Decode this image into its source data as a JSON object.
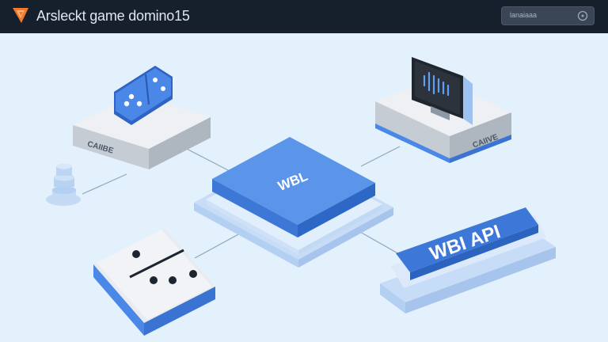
{
  "header": {
    "title": "Arsleckt game domino15",
    "search_placeholder": "lanaiaaa"
  },
  "nodes": {
    "center": {
      "label": "WBL"
    },
    "api": {
      "label": "WBI API"
    },
    "game": {
      "label": "CAIIBE"
    },
    "audio": {
      "label": "CAIIVE"
    }
  },
  "colors": {
    "background": "#e3f1fc",
    "header": "#16202d",
    "accent": "#3f7ee0",
    "platform": "#dfe3e8",
    "logo": "#f07a2c"
  }
}
